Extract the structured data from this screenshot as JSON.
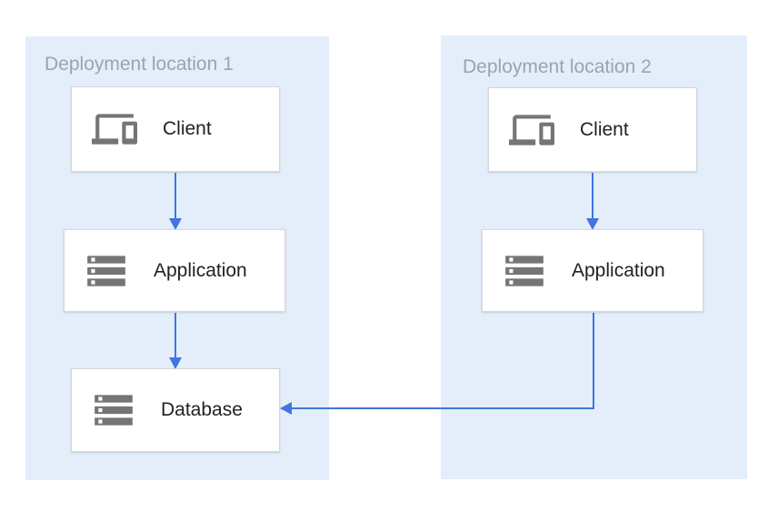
{
  "diagram": {
    "groups": [
      {
        "id": "deployment-location-1",
        "title": "Deployment location 1",
        "nodes": [
          {
            "id": "client-1",
            "label": "Client",
            "icon": "devices-icon"
          },
          {
            "id": "application-1",
            "label": "Application",
            "icon": "server-stack-icon"
          },
          {
            "id": "database-1",
            "label": "Database",
            "icon": "server-stack-icon"
          }
        ]
      },
      {
        "id": "deployment-location-2",
        "title": "Deployment location 2",
        "nodes": [
          {
            "id": "client-2",
            "label": "Client",
            "icon": "devices-icon"
          },
          {
            "id": "application-2",
            "label": "Application",
            "icon": "server-stack-icon"
          }
        ]
      }
    ],
    "edges": [
      {
        "from": "client-1",
        "to": "application-1",
        "direction": "down"
      },
      {
        "from": "application-1",
        "to": "database-1",
        "direction": "down"
      },
      {
        "from": "client-2",
        "to": "application-2",
        "direction": "down"
      },
      {
        "from": "application-2",
        "to": "database-1",
        "direction": "down-then-left"
      }
    ],
    "colors": {
      "panel_fill": "#e4eefa",
      "panel_title_text": "#9aa4b0",
      "node_fill": "#ffffff",
      "node_border": "#d5d7da",
      "node_label_text": "#212121",
      "icon_gray": "#757575",
      "arrow_blue": "#4175df"
    }
  }
}
